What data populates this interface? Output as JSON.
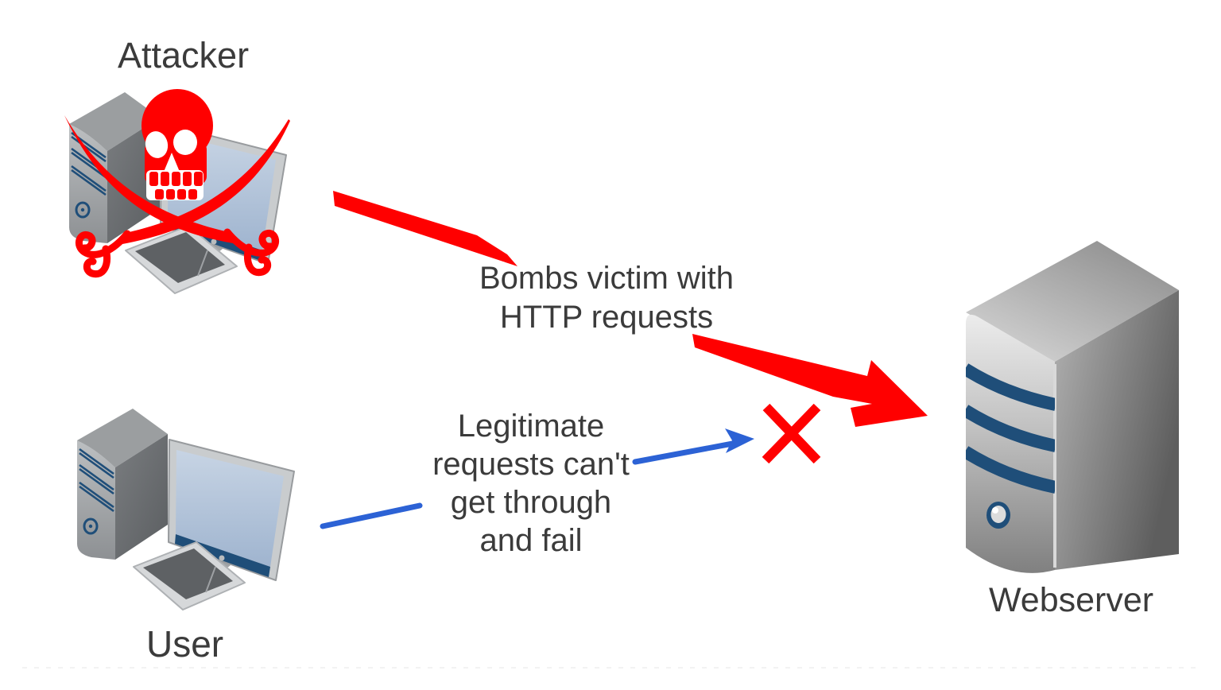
{
  "labels": {
    "attacker": "Attacker",
    "user": "User",
    "webserver": "Webserver"
  },
  "flows": {
    "attack": {
      "from": "attacker",
      "to": "webserver",
      "color": "#ff0000",
      "lines": [
        "Bombs victim with",
        "HTTP requests"
      ]
    },
    "legitimate": {
      "from": "user",
      "to": "webserver",
      "result": "blocked",
      "color": "#2c62d5",
      "lines": [
        "Legitimate",
        "requests can't",
        "get through",
        "and fail"
      ]
    }
  },
  "icons": {
    "attacker": "desktop-computer-with-jolly-roger-icon",
    "user": "desktop-computer-icon",
    "webserver": "server-tower-icon",
    "blocked": "red-x-icon",
    "attack_flow": "thick-red-tapered-arrow-icon",
    "legitimate_flow": "thin-blue-arrow-icon"
  },
  "colors": {
    "attack": "#ff0000",
    "legit": "#2c62d5",
    "text": "#3b3b3b",
    "navy": "#1f4e79",
    "background": "#ffffff"
  }
}
